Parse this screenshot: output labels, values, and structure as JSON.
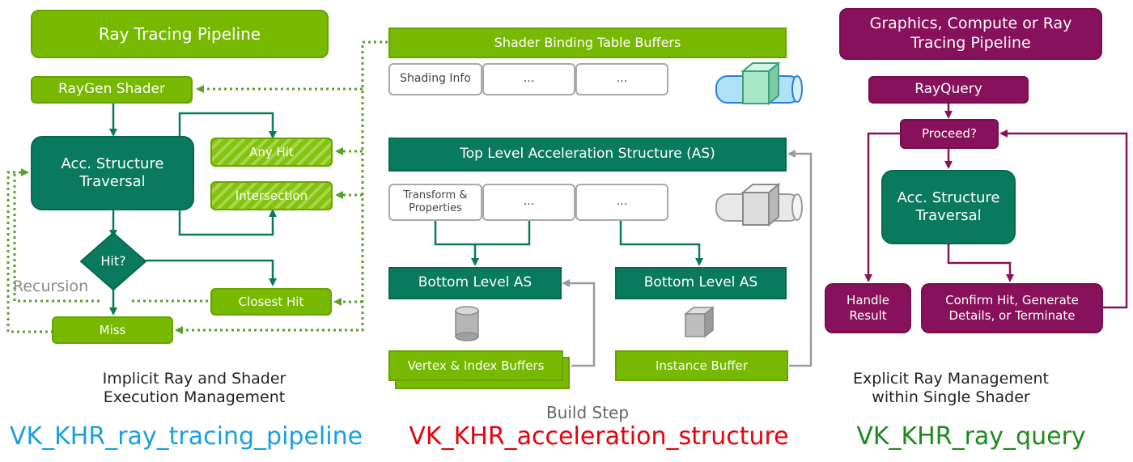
{
  "left": {
    "title": "Ray Tracing Pipeline",
    "raygen": "RayGen Shader",
    "traversal": "Acc. Structure\nTraversal",
    "any_hit": "Any Hit",
    "intersection": "Intersection",
    "hit_q": "Hit?",
    "recursion": "Recursion",
    "closest_hit": "Closest Hit",
    "miss": "Miss",
    "caption": "Implicit Ray and Shader\nExecution Management",
    "extension": "VK_KHR_ray_tracing_pipeline"
  },
  "middle": {
    "sbt": "Shader Binding Table Buffers",
    "shading_info": "Shading Info",
    "sbt_more1": "...",
    "sbt_more2": "...",
    "tlas": "Top Level Acceleration Structure (AS)",
    "transform": "Transform &\nProperties",
    "tlas_more1": "...",
    "tlas_more2": "...",
    "blas1": "Bottom Level AS",
    "blas2": "Bottom Level AS",
    "vertex_buffers": "Vertex & Index Buffers",
    "instance_buffer": "Instance Buffer",
    "build_step": "Build Step",
    "extension": "VK_KHR_acceleration_structure"
  },
  "right": {
    "title": "Graphics, Compute or Ray\nTracing Pipeline",
    "rayquery": "RayQuery",
    "proceed": "Proceed?",
    "traversal": "Acc. Structure\nTraversal",
    "handle": "Handle\nResult",
    "confirm": "Confirm Hit, Generate\nDetails, or Terminate",
    "caption": "Explicit Ray Management\nwithin Single Shader",
    "extension": "VK_KHR_ray_query"
  },
  "colors": {
    "light_green": "#77b900",
    "dark_green": "#0a7a5e",
    "magenta": "#87115a",
    "ext_left": "#1a9ee0",
    "ext_middle": "#e8000b",
    "ext_right": "#1d8a1d"
  }
}
